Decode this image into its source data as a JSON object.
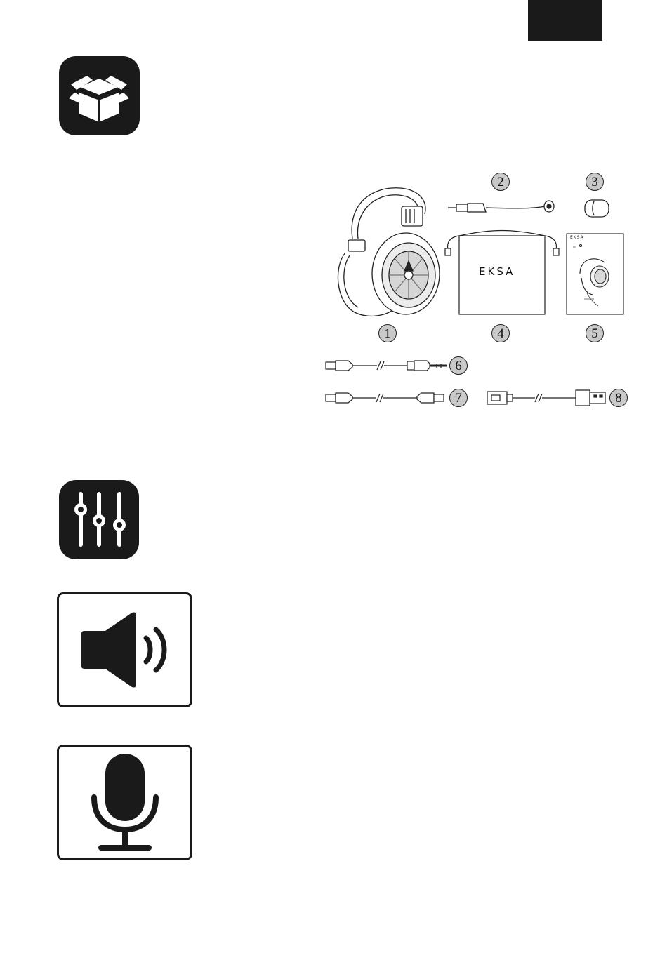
{
  "header_tab": {
    "text": ""
  },
  "icons": {
    "package": "box-icon",
    "settings": "sliders-icon",
    "sound": "speaker-icon",
    "microphone": "microphone-icon"
  },
  "package_items": {
    "pouch_brand": "EKSA",
    "manual_brand": "EKSA",
    "numbers": [
      "1",
      "2",
      "3",
      "4",
      "5",
      "6",
      "7",
      "8"
    ]
  },
  "colors": {
    "ink": "#1a1a1a",
    "badge": "#c9c9c9"
  }
}
